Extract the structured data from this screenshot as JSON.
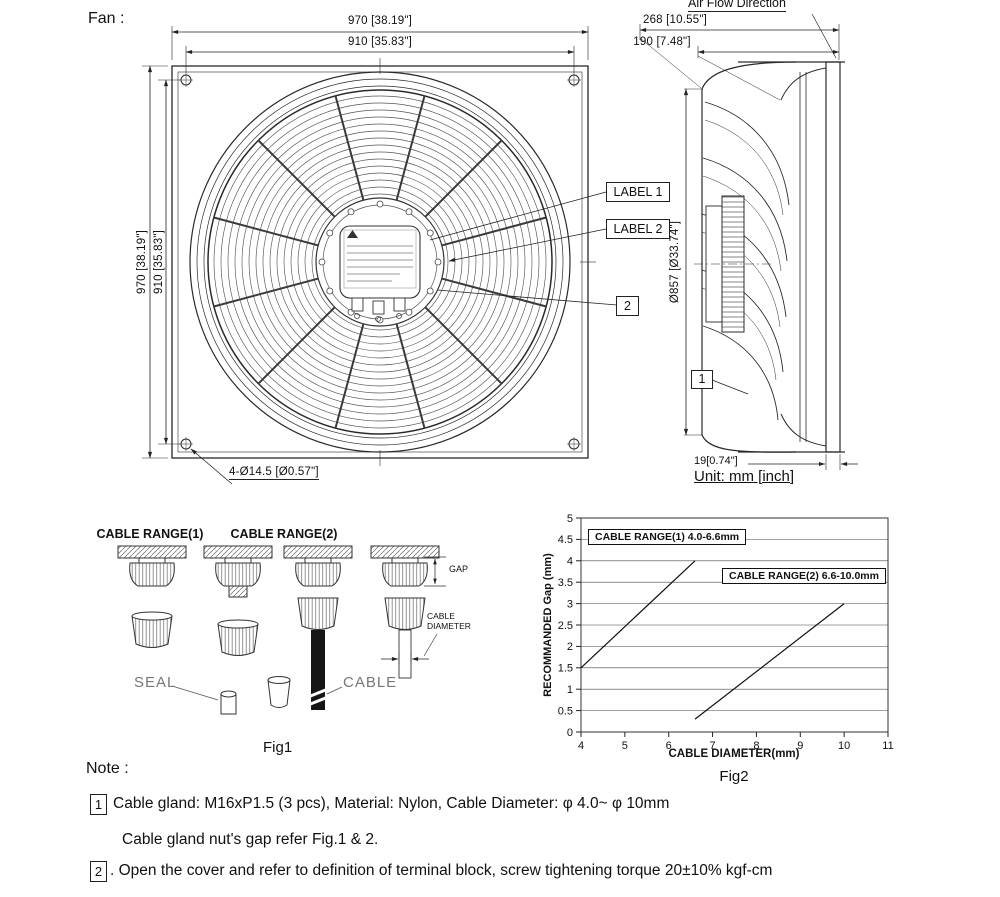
{
  "page": {
    "title": "Fan :",
    "unit_label": "Unit: mm [inch]",
    "air_flow_label": "Air Flow Direction"
  },
  "front_view": {
    "dim_outer": "970 [38.19\"]",
    "dim_inner": "910 [35.83\"]",
    "dim_holes": "4-Ø14.5 [Ø0.57\"]",
    "label_1": "LABEL 1",
    "label_2": "LABEL 2",
    "callout_2": "2"
  },
  "side_view": {
    "dim_total_depth": "268 [10.55\"]",
    "dim_frame_depth": "190 [7.48\"]",
    "dim_impeller_dia": "Ø857 [Ø33.74\"]",
    "dim_flange": "19[0.74\"]",
    "callout_1": "1"
  },
  "fig1": {
    "cable_range_1": "CABLE RANGE(1)",
    "cable_range_2": "CABLE RANGE(2)",
    "seal_label": "SEAL",
    "cable_label": "CABLE",
    "gap_label": "GAP",
    "cable_diameter_label": "CABLE DIAMETER",
    "caption": "Fig1"
  },
  "chart_data": {
    "type": "line",
    "xlabel": "CABLE DIAMETER(mm)",
    "ylabel": "RECOMMANDED Gap (mm)",
    "xlim": [
      4,
      11
    ],
    "ylim": [
      0,
      5
    ],
    "xticks": [
      4,
      5,
      6,
      7,
      8,
      9,
      10,
      11
    ],
    "yticks": [
      0,
      0.5,
      1,
      1.5,
      2,
      2.5,
      3,
      3.5,
      4,
      4.5,
      5
    ],
    "grid": "horizontal",
    "legend_position": "inside-top",
    "series": [
      {
        "name": "CABLE RANGE(1) 4.0-6.6mm",
        "points": [
          [
            4.0,
            1.5
          ],
          [
            6.6,
            4.0
          ]
        ]
      },
      {
        "name": "CABLE RANGE(2) 6.6-10.0mm",
        "points": [
          [
            6.6,
            0.3
          ],
          [
            10.0,
            3.0
          ]
        ]
      }
    ],
    "caption": "Fig2"
  },
  "notes": {
    "title": "Note :",
    "items": [
      {
        "marker": "1",
        "text": "Cable gland: M16xP1.5 (3 pcs), Material: Nylon, Cable Diameter: φ 4.0~ φ 10mm"
      },
      {
        "marker": "",
        "text": "Cable gland nut's gap refer Fig.1 & 2."
      },
      {
        "marker": "2",
        "text": ". Open the cover and refer to definition of terminal block, screw tightening torque 20±10% kgf-cm"
      }
    ]
  }
}
